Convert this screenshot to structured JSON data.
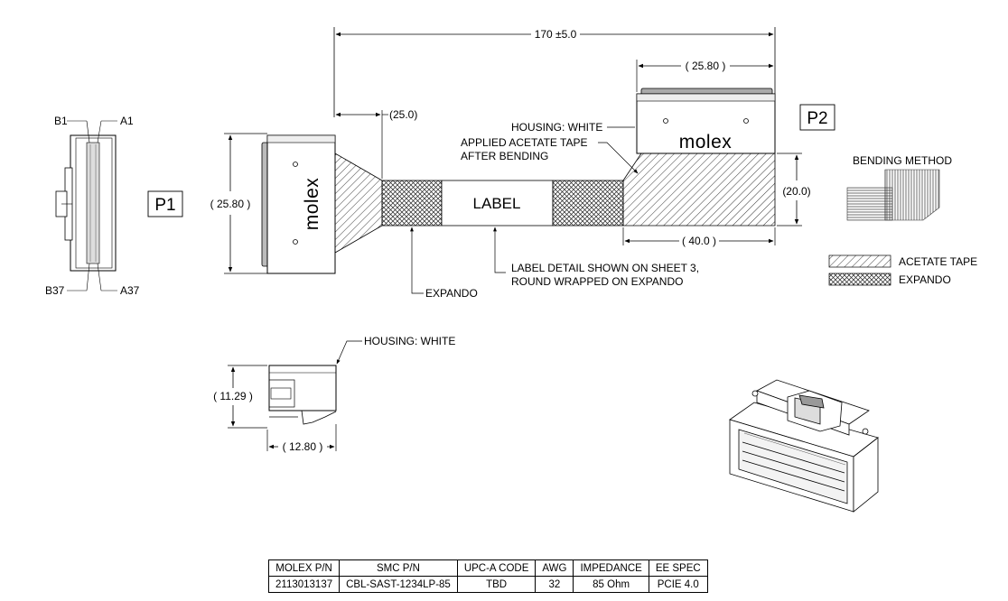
{
  "overall_dim": "170 ±5.0",
  "p1": {
    "tag": "P1",
    "pin_labels": {
      "top_left": "B1",
      "top_right": "A1",
      "bottom_left": "B37",
      "bottom_right": "A37"
    },
    "height_dim": "( 25.80 )",
    "logo": "molex",
    "breakout_dim": "(25.0)"
  },
  "p2": {
    "tag": "P2",
    "width_dim": "( 25.80 )",
    "logo": "molex",
    "housing_note": "HOUSING: WHITE",
    "tape_note_line1": "APPLIED ACETATE TAPE",
    "tape_note_line2": "AFTER BENDING",
    "height_dim": "(20.0)",
    "bend_dim": "( 40.0 )"
  },
  "cable": {
    "label_text": "LABEL",
    "label_note_line1": "LABEL DETAIL SHOWN ON SHEET 3,",
    "label_note_line2": "ROUND WRAPPED ON EXPANDO",
    "expando_note": "EXPANDO"
  },
  "bending_method": {
    "title": "BENDING METHOD"
  },
  "legend": [
    {
      "pattern": "acetate",
      "label": "ACETATE TAPE"
    },
    {
      "pattern": "expando",
      "label": "EXPANDO"
    }
  ],
  "side_view": {
    "housing_note": "HOUSING: WHITE",
    "height_dim": "( 11.29 )",
    "depth_dim": "( 12.80 )"
  },
  "spec_table": {
    "headers": [
      "MOLEX P/N",
      "SMC P/N",
      "UPC-A CODE",
      "AWG",
      "IMPEDANCE",
      "EE SPEC"
    ],
    "row": [
      "2113013137",
      "CBL-SAST-1234LP-85",
      "TBD",
      "32",
      "85 Ohm",
      "PCIE 4.0"
    ]
  }
}
